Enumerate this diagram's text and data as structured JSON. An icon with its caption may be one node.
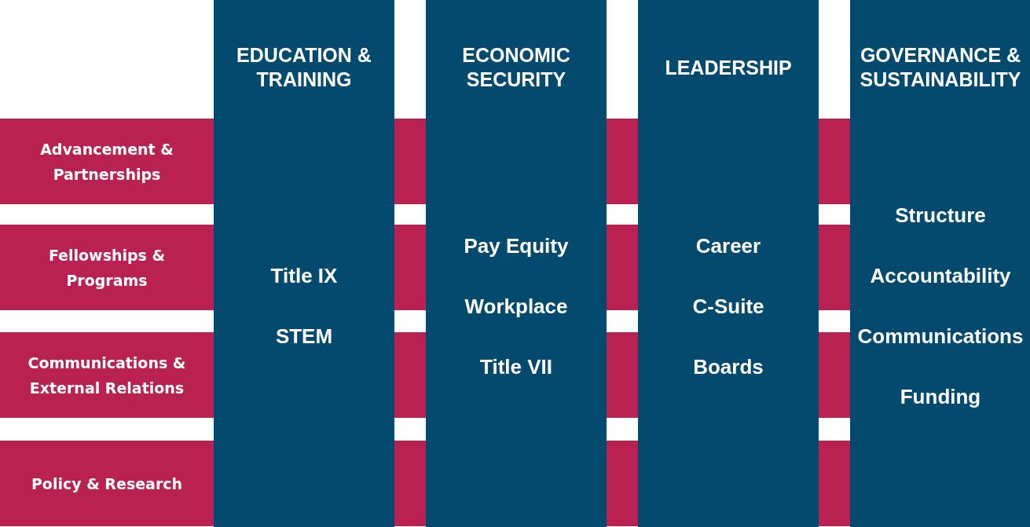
{
  "diagram": {
    "nodes": [
      {
        "text": [
          "EDUCATION & TRAINING",
          "Title IX",
          "STEM"
        ]
      },
      {
        "text": [
          "ECONOMIC SECURITY",
          "Pay Equity",
          "Workplace",
          "Title VII"
        ]
      },
      {
        "text": [
          "LEADERSHIP",
          "Career",
          "C-Suite",
          "Boards"
        ]
      },
      {
        "text": [
          "GOVERNANCE & SUSTAINABILITY",
          "Structure",
          "Accountability",
          "Communications",
          "Funding"
        ]
      },
      {
        "text": [
          "Advancement & Partnerships"
        ]
      },
      {
        "text": [
          "Fellowships & Programs"
        ]
      },
      {
        "text": [
          "Communications & External Relations"
        ]
      },
      {
        "text": [
          "Policy & Research"
        ]
      }
    ],
    "edges": []
  }
}
